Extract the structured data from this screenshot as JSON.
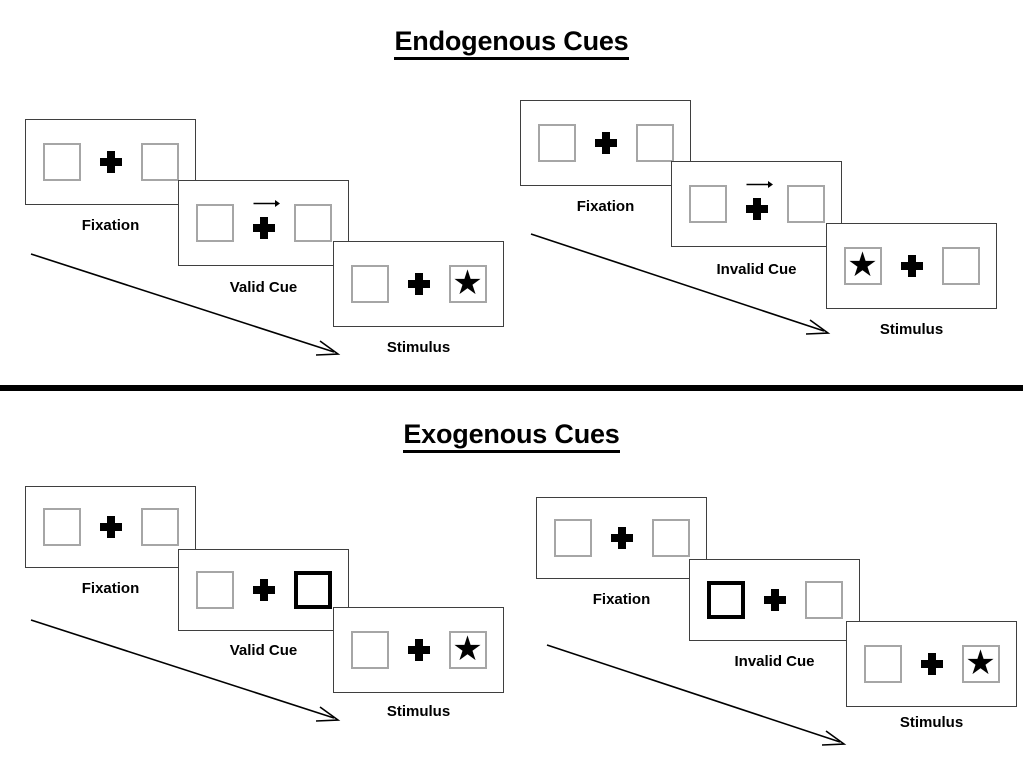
{
  "figure": {
    "kind": "posner-cueing-paradigm-diagram",
    "background_color": "#ffffff",
    "ink_color": "#000000",
    "placeholder_box_color": "#a6a6a6",
    "cued_box_color": "#000000"
  },
  "sections": [
    {
      "id": "endogenous",
      "title": "Endogenous Cues",
      "conditions": [
        {
          "id": "endogenous-valid",
          "cue_type": "arrow",
          "validity": "valid",
          "steps": [
            {
              "label": "Fixation",
              "left_box": {
                "cued": false,
                "content": "empty"
              },
              "center": "fixation-cross",
              "right_box": {
                "cued": false,
                "content": "empty"
              }
            },
            {
              "label": "Valid Cue",
              "left_box": {
                "cued": false,
                "content": "empty"
              },
              "center": "arrow-cue-right",
              "right_box": {
                "cued": false,
                "content": "empty"
              }
            },
            {
              "label": "Stimulus",
              "left_box": {
                "cued": false,
                "content": "empty"
              },
              "center": "fixation-cross",
              "right_box": {
                "cued": false,
                "content": "star"
              }
            }
          ]
        },
        {
          "id": "endogenous-invalid",
          "cue_type": "arrow",
          "validity": "invalid",
          "steps": [
            {
              "label": "Fixation",
              "left_box": {
                "cued": false,
                "content": "empty"
              },
              "center": "fixation-cross",
              "right_box": {
                "cued": false,
                "content": "empty"
              }
            },
            {
              "label": "Invalid Cue",
              "left_box": {
                "cued": false,
                "content": "empty"
              },
              "center": "arrow-cue-right",
              "right_box": {
                "cued": false,
                "content": "empty"
              }
            },
            {
              "label": "Stimulus",
              "left_box": {
                "cued": false,
                "content": "star"
              },
              "center": "fixation-cross",
              "right_box": {
                "cued": false,
                "content": "empty"
              }
            }
          ]
        }
      ]
    },
    {
      "id": "exogenous",
      "title": "Exogenous Cues",
      "conditions": [
        {
          "id": "exogenous-valid",
          "cue_type": "peripheral-flash",
          "validity": "valid",
          "steps": [
            {
              "label": "Fixation",
              "left_box": {
                "cued": false,
                "content": "empty"
              },
              "center": "fixation-cross",
              "right_box": {
                "cued": false,
                "content": "empty"
              }
            },
            {
              "label": "Valid Cue",
              "left_box": {
                "cued": false,
                "content": "empty"
              },
              "center": "fixation-cross",
              "right_box": {
                "cued": true,
                "content": "empty"
              }
            },
            {
              "label": "Stimulus",
              "left_box": {
                "cued": false,
                "content": "empty"
              },
              "center": "fixation-cross",
              "right_box": {
                "cued": false,
                "content": "star"
              }
            }
          ]
        },
        {
          "id": "exogenous-invalid",
          "cue_type": "peripheral-flash",
          "validity": "invalid",
          "steps": [
            {
              "label": "Fixation",
              "left_box": {
                "cued": false,
                "content": "empty"
              },
              "center": "fixation-cross",
              "right_box": {
                "cued": false,
                "content": "empty"
              }
            },
            {
              "label": "Invalid Cue",
              "left_box": {
                "cued": true,
                "content": "empty"
              },
              "center": "fixation-cross",
              "right_box": {
                "cued": false,
                "content": "empty"
              }
            },
            {
              "label": "Stimulus",
              "left_box": {
                "cued": false,
                "content": "empty"
              },
              "center": "fixation-cross",
              "right_box": {
                "cued": false,
                "content": "star"
              }
            }
          ]
        }
      ]
    }
  ],
  "glyphs": {
    "star": "★",
    "time_arrow_meaning": "time"
  }
}
